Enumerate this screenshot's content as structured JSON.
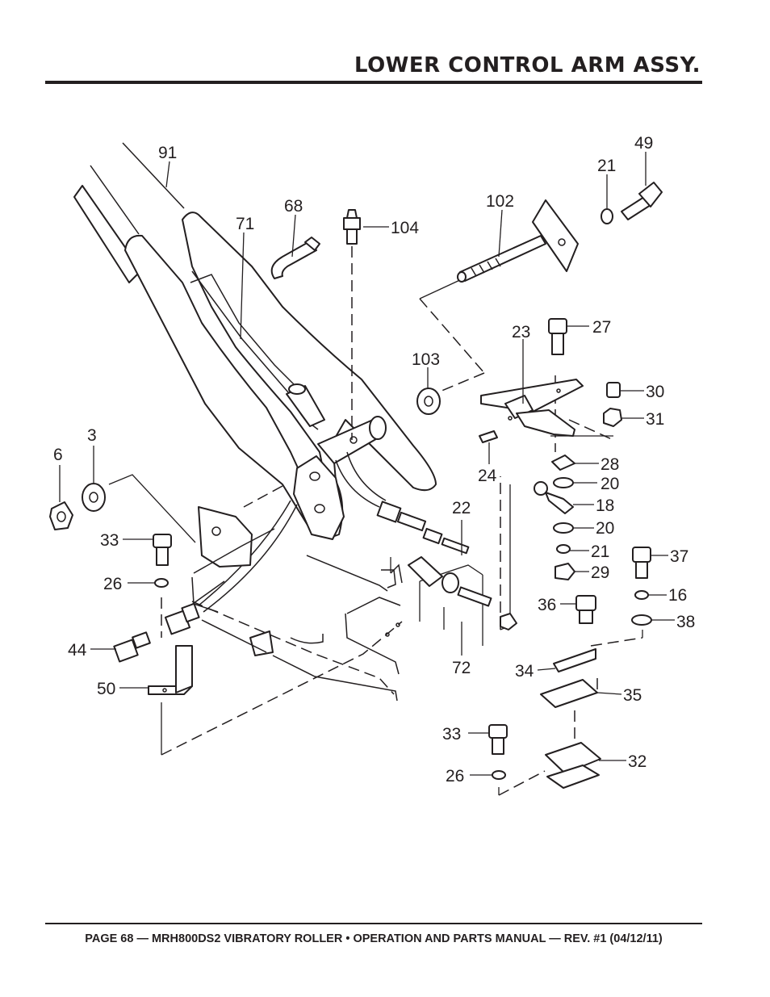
{
  "header": {
    "title": "LOWER CONTROL ARM ASSY."
  },
  "footer": {
    "text": "PAGE 68 — MRH800DS2 VIBRATORY ROLLER • OPERATION AND PARTS MANUAL — REV. #1 (04/12/11)"
  },
  "diagram": {
    "callouts": [
      {
        "id": "c91",
        "label": "91"
      },
      {
        "id": "c71",
        "label": "71"
      },
      {
        "id": "c68",
        "label": "68"
      },
      {
        "id": "c104",
        "label": "104"
      },
      {
        "id": "c102",
        "label": "102"
      },
      {
        "id": "c21a",
        "label": "21"
      },
      {
        "id": "c49",
        "label": "49"
      },
      {
        "id": "c27",
        "label": "27"
      },
      {
        "id": "c23",
        "label": "23"
      },
      {
        "id": "c103",
        "label": "103"
      },
      {
        "id": "c30",
        "label": "30"
      },
      {
        "id": "c31",
        "label": "31"
      },
      {
        "id": "c24",
        "label": "24"
      },
      {
        "id": "c28",
        "label": "28"
      },
      {
        "id": "c20a",
        "label": "20"
      },
      {
        "id": "c18",
        "label": "18"
      },
      {
        "id": "c20b",
        "label": "20"
      },
      {
        "id": "c21b",
        "label": "21"
      },
      {
        "id": "c29",
        "label": "29"
      },
      {
        "id": "c37",
        "label": "37"
      },
      {
        "id": "c16",
        "label": "16"
      },
      {
        "id": "c38",
        "label": "38"
      },
      {
        "id": "c36",
        "label": "36"
      },
      {
        "id": "c34",
        "label": "34"
      },
      {
        "id": "c35",
        "label": "35"
      },
      {
        "id": "c33b",
        "label": "33"
      },
      {
        "id": "c32",
        "label": "32"
      },
      {
        "id": "c26b",
        "label": "26"
      },
      {
        "id": "c22",
        "label": "22"
      },
      {
        "id": "c72",
        "label": "72"
      },
      {
        "id": "c6",
        "label": "6"
      },
      {
        "id": "c3",
        "label": "3"
      },
      {
        "id": "c33a",
        "label": "33"
      },
      {
        "id": "c26a",
        "label": "26"
      },
      {
        "id": "c44",
        "label": "44"
      },
      {
        "id": "c50",
        "label": "50"
      }
    ]
  }
}
